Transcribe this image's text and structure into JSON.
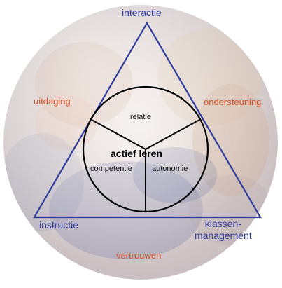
{
  "diagram": {
    "vertices": {
      "top": "interactie",
      "bottom_left": "instructie",
      "bottom_right_line1": "klassen-",
      "bottom_right_line2": "management"
    },
    "edges": {
      "left": "uitdaging",
      "right": "ondersteuning",
      "bottom": "vertrouwen"
    },
    "inner_circle": {
      "top": "relatie",
      "center": "actief leren",
      "left": "competentie",
      "right": "autonomie"
    }
  },
  "colors": {
    "triangle_stroke": "#2e3a9c",
    "vertex_text": "#2e3a9c",
    "edge_text": "#d2502a",
    "inner_circle_stroke": "#000000",
    "inner_text": "#111111"
  }
}
